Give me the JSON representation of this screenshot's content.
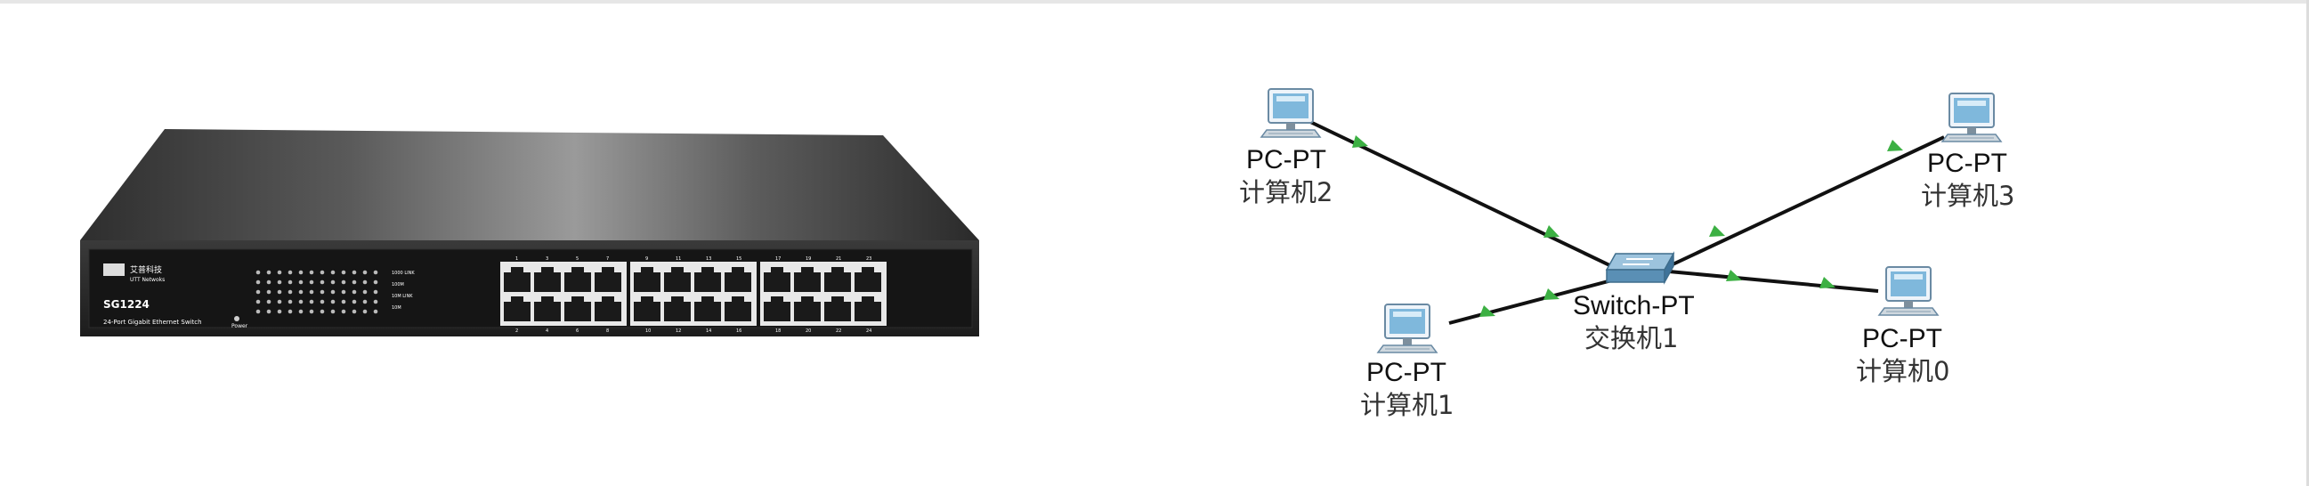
{
  "switch_photo": {
    "brand_cn": "艾普科技",
    "brand_en": "UTT Netwoks",
    "model": "SG1224",
    "description": "24-Port Gigabit Ethernet Switch",
    "power_label": "Power",
    "led_legend": [
      "1000 LINK",
      "100M",
      "10M LINK",
      "10M"
    ],
    "port_numbers_top": [
      "1",
      "3",
      "5",
      "7",
      "9",
      "11",
      "13",
      "15",
      "17",
      "19",
      "21",
      "23"
    ],
    "port_numbers_bottom": [
      "2",
      "4",
      "6",
      "8",
      "10",
      "12",
      "14",
      "16",
      "18",
      "20",
      "22",
      "24"
    ]
  },
  "topology": {
    "devices": [
      {
        "id": "pc2",
        "type": "PC-PT",
        "name": "计算机2"
      },
      {
        "id": "pc3",
        "type": "PC-PT",
        "name": "计算机3"
      },
      {
        "id": "pc1",
        "type": "PC-PT",
        "name": "计算机1"
      },
      {
        "id": "pc0",
        "type": "PC-PT",
        "name": "计算机0"
      },
      {
        "id": "sw1",
        "type": "Switch-PT",
        "name": "交换机1"
      }
    ],
    "links": [
      {
        "from": "pc2",
        "to": "sw1",
        "status": "up"
      },
      {
        "from": "pc3",
        "to": "sw1",
        "status": "up"
      },
      {
        "from": "pc1",
        "to": "sw1",
        "status": "up"
      },
      {
        "from": "pc0",
        "to": "sw1",
        "status": "up"
      }
    ],
    "colors": {
      "link": "#111111",
      "link_light": "#3cb043",
      "switch": "#5a8fb5",
      "pc_screen": "#7fb8dc"
    }
  }
}
